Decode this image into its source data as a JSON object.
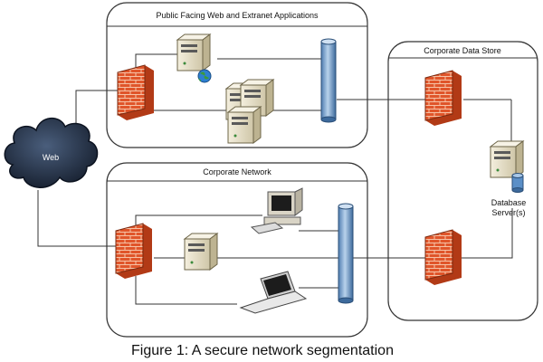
{
  "zones": {
    "public": {
      "title": "Public Facing Web and Extranet Applications"
    },
    "corporate": {
      "title": "Corporate Network"
    },
    "datastore": {
      "title": "Corporate Data Store"
    }
  },
  "cloud": {
    "label": "Web"
  },
  "database": {
    "label_line1": "Database",
    "label_line2": "Server(s)"
  },
  "caption": "Figure 1: A secure network segmentation",
  "colors": {
    "zone_border": "#333333",
    "firewall": "#e0552a",
    "firewall_mortar": "#f6c2a6",
    "switch_fill": "#7fa7cf",
    "switch_stroke": "#2b4f78",
    "server_fill": "#ece4cc",
    "server_stroke": "#6d6548",
    "cloud": "#1b2536"
  }
}
